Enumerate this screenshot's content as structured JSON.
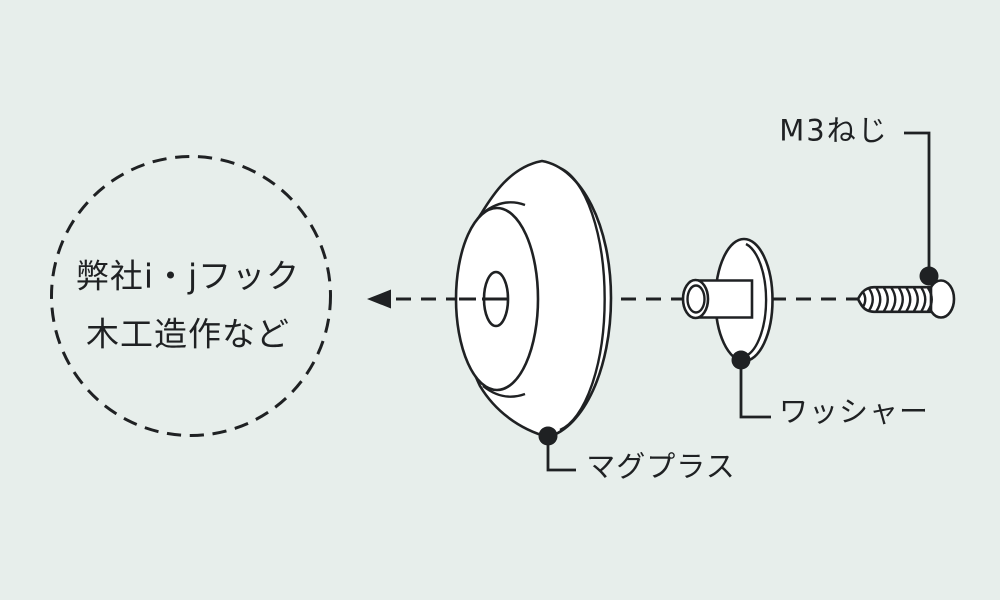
{
  "theme": {
    "background_color": "#e7eeeb",
    "ink_color": "#1f2123",
    "part_fill_color": "#ffffff"
  },
  "diagram": {
    "type": "exploded-assembly-diagram",
    "application_note": {
      "line1": "弊社i・jフック",
      "line2": "木工造作など"
    },
    "parts": {
      "screw": {
        "label": "M3ねじ"
      },
      "washer": {
        "label": "ワッシャー"
      },
      "magplus": {
        "label": "マグプラス"
      }
    }
  }
}
